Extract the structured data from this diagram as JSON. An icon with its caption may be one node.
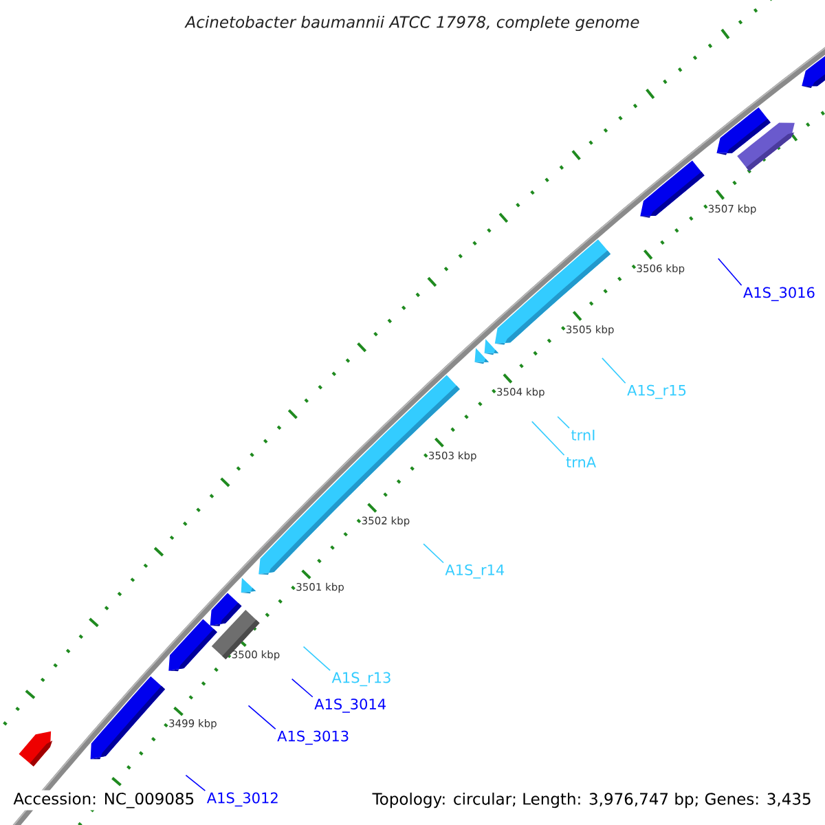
{
  "diagram": {
    "title": "Acinetobacter baumannii ATCC 17978, complete genome",
    "nodes": [
      {
        "text": [
          "A1S_3016"
        ]
      },
      {
        "text": [
          "A1S_r15"
        ]
      },
      {
        "text": [
          "trnI"
        ]
      },
      {
        "text": [
          "trnA"
        ]
      },
      {
        "text": [
          "A1S_r14"
        ]
      },
      {
        "text": [
          "A1S_r13"
        ]
      },
      {
        "text": [
          "A1S_3014"
        ]
      },
      {
        "text": [
          "A1S_3013"
        ]
      },
      {
        "text": [
          "A1S_3012"
        ]
      }
    ],
    "edges": [
      {
        "from": 0,
        "to": null,
        "arrow": "none",
        "color": "#0000ff"
      },
      {
        "from": 1,
        "to": null,
        "arrow": "none"
      },
      {
        "from": 2,
        "to": null,
        "arrow": "none"
      },
      {
        "from": 3,
        "to": null,
        "arrow": "none"
      },
      {
        "from": 4,
        "to": null,
        "arrow": "none"
      },
      {
        "from": 5,
        "to": null,
        "arrow": "none"
      },
      {
        "from": 6,
        "to": null,
        "arrow": "none",
        "color": "#0000ff"
      },
      {
        "from": 7,
        "to": null,
        "arrow": "none",
        "color": "#0000ff"
      },
      {
        "from": 8,
        "to": null,
        "arrow": "none",
        "color": "#0000ff"
      }
    ],
    "labels": [
      "3507 kbp",
      "3506 kbp",
      "3505 kbp",
      "3504 kbp",
      "3503 kbp",
      "3502 kbp",
      "3501 kbp",
      "3500 kbp",
      "3499 kbp",
      "Accession: NC_009085",
      "Topology: circular; Length: 3,976,747 bp; Genes: 3,435"
    ]
  }
}
